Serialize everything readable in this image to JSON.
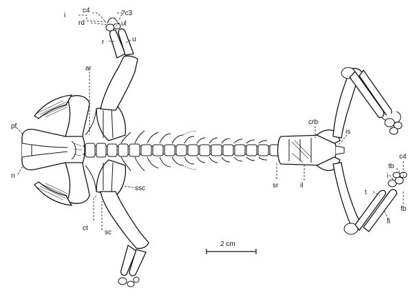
{
  "labels": {
    "c4_top": "c4",
    "c3": "?c3",
    "i_top": "i",
    "rd": "rd",
    "ul": "ul",
    "r": "r",
    "u": "u",
    "ar": "ar",
    "pf": "pf",
    "n": "n",
    "ssc": "ssc",
    "ct": "ct",
    "sc": "sc",
    "crb": "crb",
    "is": "is",
    "sr": "sr",
    "il": "il",
    "c4_right": "c4",
    "tb": "tb",
    "i_right": "i",
    "t": "t",
    "fb": "fb",
    "fi": "fi"
  },
  "scale_bar": {
    "label": "2 cm"
  }
}
